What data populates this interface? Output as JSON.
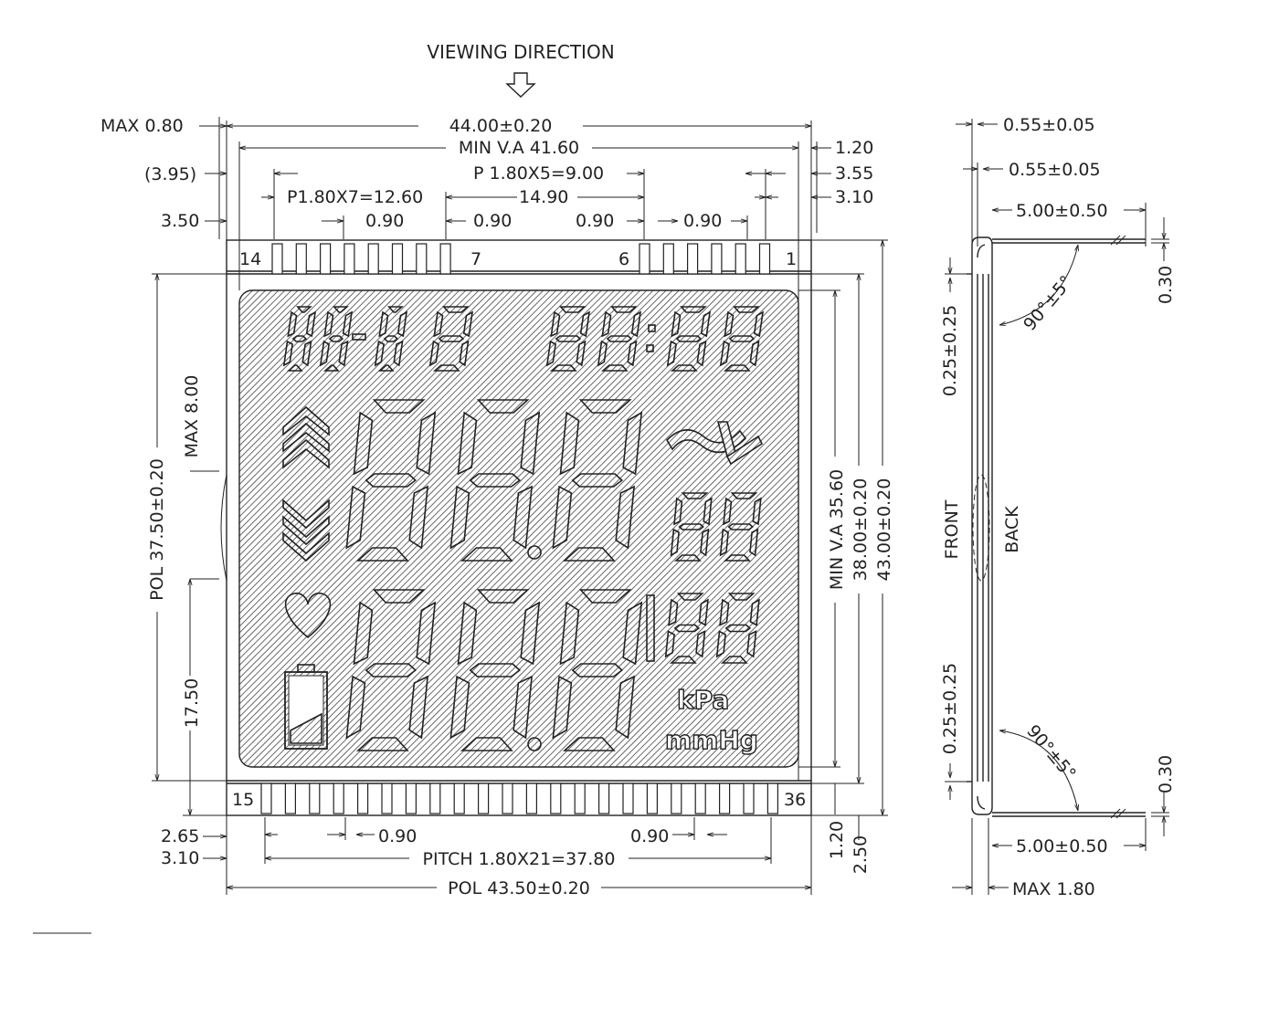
{
  "title": "VIEWING  DIRECTION",
  "top_dims": {
    "max_080": "MAX  0.80",
    "w_44": "44.00±0.20",
    "min_va": "MIN  V.A  41.60",
    "d_395": "(3.95)",
    "d_350": "3.50",
    "d_120": "1.20",
    "d_355": "3.55",
    "d_310": "3.10",
    "p7": "P1.80X7=12.60",
    "p5": "P  1.80X5=9.00",
    "d_1490": "14.90",
    "p090a": "0.90",
    "p090b": "0.90",
    "p090c": "0.90",
    "p090d": "0.90"
  },
  "pins": {
    "p14": "14",
    "p7": "7",
    "p6": "6",
    "p1": "1",
    "p15": "15",
    "p36": "36"
  },
  "left_dims": {
    "pol": "POL  37.50±0.20",
    "max8": "MAX  8.00",
    "d1750": "17.50"
  },
  "right_dims": {
    "minva": "MIN  V.A  35.60",
    "h38": "38.00±0.20",
    "h43": "43.00±0.20"
  },
  "bottom_dims": {
    "d265": "2.65",
    "d310": "3.10",
    "p090a": "0.90",
    "p090b": "0.90",
    "pitch": "PITCH  1.80X21=37.80",
    "pol": "POL  43.50±0.20",
    "d120": "1.20",
    "d250": "2.50"
  },
  "lcd": {
    "kpa": "kPa",
    "mmhg": "mmHg"
  },
  "side": {
    "t055a": "0.55±0.05",
    "t055b": "0.55±0.05",
    "t500a": "5.00±0.50",
    "t030a": "0.30",
    "ang1": "90°±5°",
    "d025a": "0.25±0.25",
    "front": "FRONT",
    "back": "BACK",
    "d025b": "0.25±0.25",
    "ang2": "90°±5°",
    "t030b": "0.30",
    "t500b": "5.00±0.50",
    "max18": "MAX  1.80"
  }
}
